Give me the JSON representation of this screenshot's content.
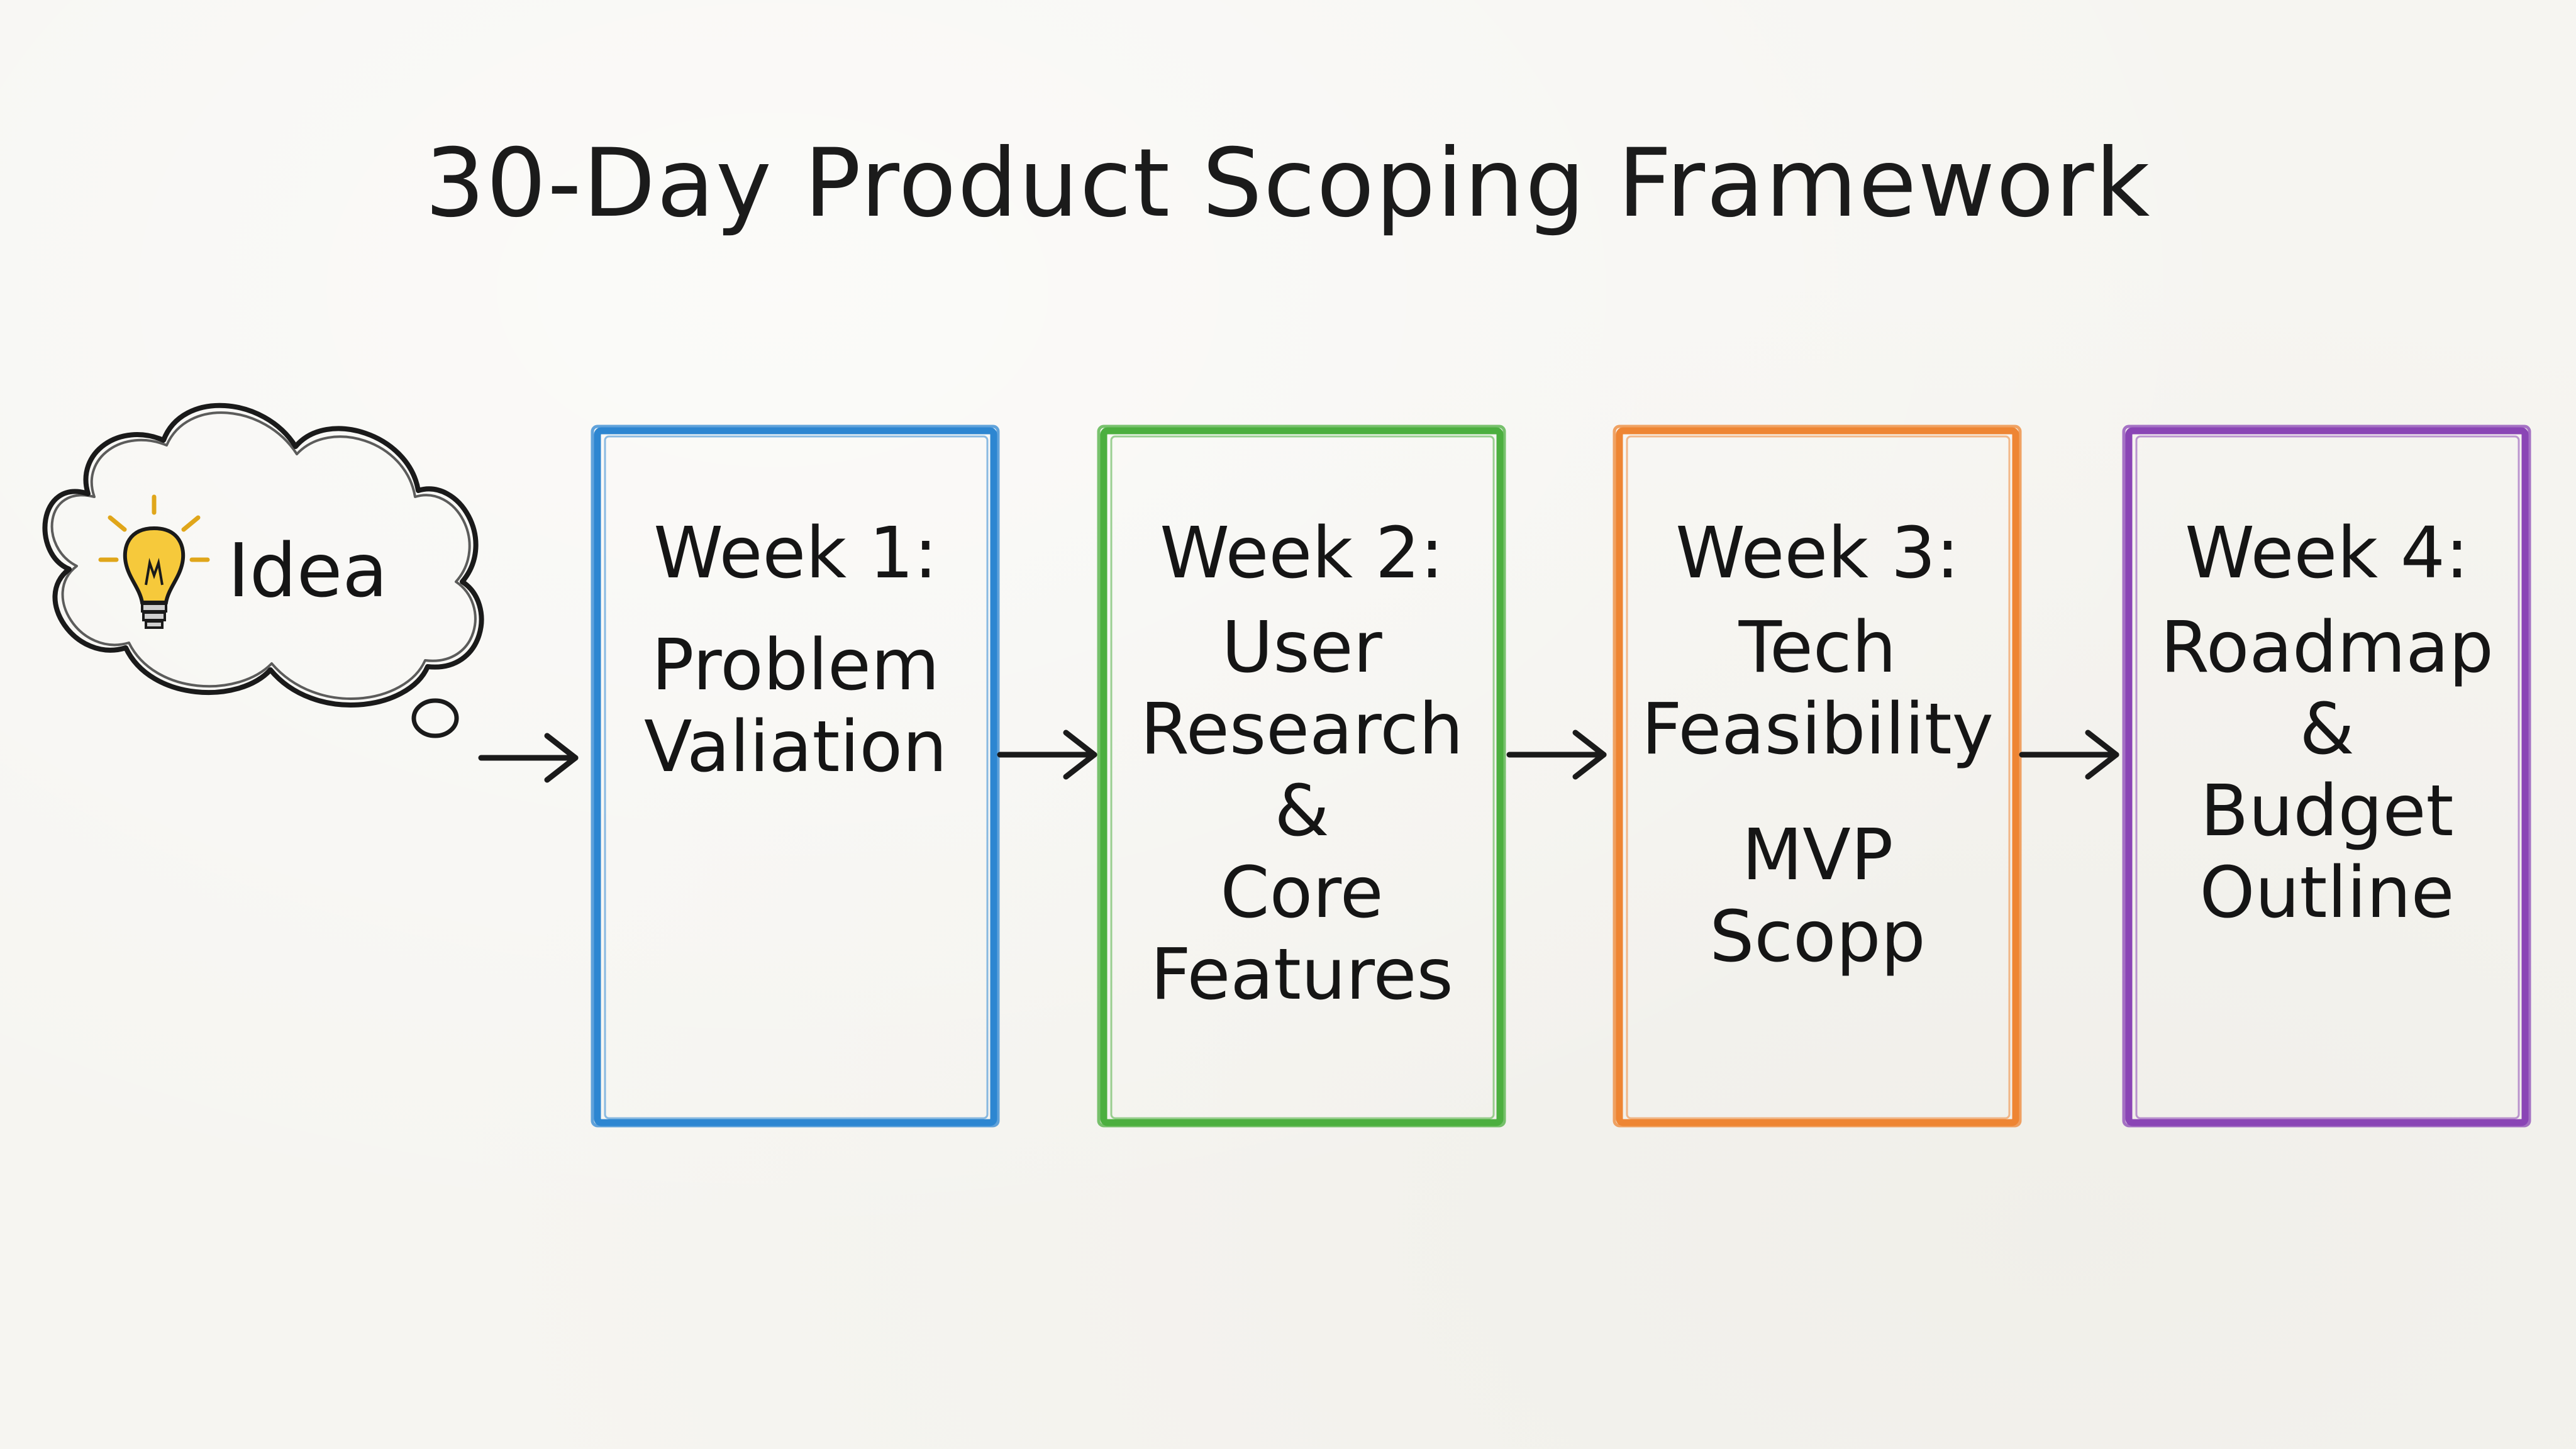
{
  "title": "30-Day Product Scoping Framework",
  "idea": {
    "label": "Idea",
    "icon": "lightbulb-icon"
  },
  "weeks": [
    {
      "heading": "Week 1:",
      "lines": [
        "Problem",
        "Valiation"
      ],
      "color": "#2d86d1"
    },
    {
      "heading": "Week 2:",
      "lines": [
        "User",
        "Research",
        "&",
        "Core",
        "Features"
      ],
      "color": "#4caf3f"
    },
    {
      "heading": "Week 3:",
      "lines": [
        "Tech",
        "Feasibility",
        "MVP",
        "Scopp"
      ],
      "color": "#ee8533"
    },
    {
      "heading": "Week 4:",
      "lines": [
        "Roadmap",
        "&",
        "Budget",
        "Outline"
      ],
      "color": "#8a45b5"
    }
  ],
  "arrow_icon": "right-arrow-icon"
}
